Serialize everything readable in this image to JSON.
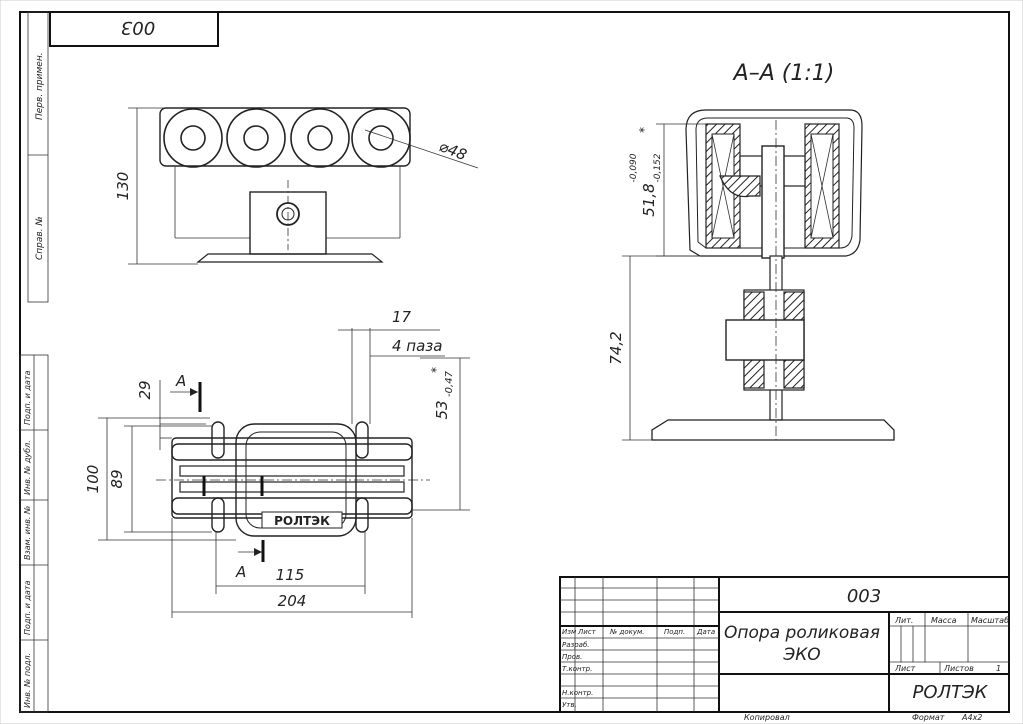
{
  "drawing": {
    "corner_code": "003",
    "section_title": "A–A (1:1)",
    "dims": {
      "height_130": "130",
      "diameter": "⌀48",
      "slot_width": "17",
      "slots_note": "4 паза",
      "dim_29": "29",
      "section_mark": "A",
      "dim_53": "53",
      "dim_53_tol": "-0,47",
      "dim_100": "100",
      "dim_89": "89",
      "dim_115": "115",
      "dim_204": "204",
      "dim_51": "51,8",
      "dim_51_tol_upper": "-0,090",
      "dim_51_tol_lower": "-0,152",
      "dim_74": "74,2",
      "asterisk": "*"
    },
    "brand_plate": "РОЛТЭК"
  },
  "left_strip": {
    "labels": [
      "Перв. примен.",
      "Справ. №",
      "Подп. и дата",
      "Инв. № дубл.",
      "Взам. инв. №",
      "Подп. и дата",
      "Инв. № подл."
    ]
  },
  "title_block": {
    "doc_number": "003",
    "name_line1": "Опора роликовая",
    "name_line2": "ЭКО",
    "company": "РОЛТЭК",
    "col_headers": [
      "Изм",
      "Лист",
      "№ докум.",
      "Подп.",
      "Дата"
    ],
    "roles": [
      "Разраб.",
      "Пров.",
      "Т.контр.",
      "",
      "Н.контр.",
      "Утв."
    ],
    "lit": "Лит.",
    "mass": "Масса",
    "scale": "Масштаб",
    "sheet": "Лист",
    "sheets": "Листов",
    "sheets_count": "1",
    "copied": "Копировал",
    "format_label": "Формат",
    "format_value": "А4х2"
  }
}
